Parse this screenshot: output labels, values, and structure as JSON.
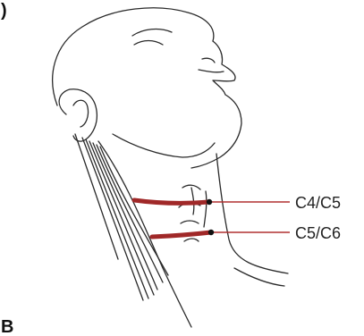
{
  "figure": {
    "panel_letter": "B",
    "panel_mark_top": ")",
    "labels": [
      {
        "id": "c4c5",
        "text": "C4/C5"
      },
      {
        "id": "c5c6",
        "text": "C5/C6"
      }
    ]
  },
  "colors": {
    "line_art": "#2a2a2a",
    "incision": "#a02828",
    "leader": "#b03030",
    "dot": "#111111",
    "background": "#ffffff"
  }
}
